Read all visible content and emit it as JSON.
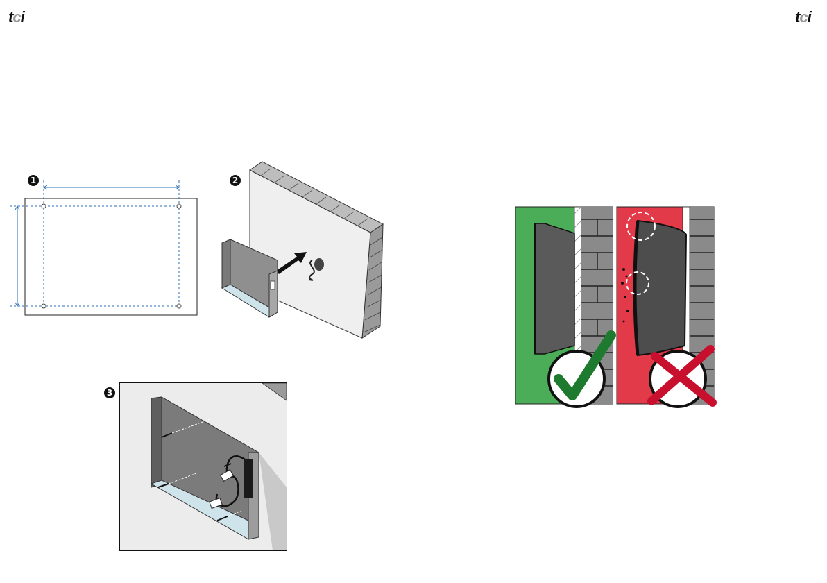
{
  "header": {
    "logo_left": {
      "t": "t",
      "c": "c",
      "i": "i"
    },
    "logo_right": {
      "t": "t",
      "c": "c",
      "i": "i"
    }
  },
  "steps": [
    {
      "number": "1",
      "name": "template-markings"
    },
    {
      "number": "2",
      "name": "insert-housing-into-wall"
    },
    {
      "number": "3",
      "name": "screw-housing-and-connect-cable"
    }
  ],
  "comparison": {
    "correct": {
      "background": "#4bad57",
      "mark": "check-icon",
      "mark_color": "#1d7a2e"
    },
    "wrong": {
      "background": "#e33a4a",
      "mark": "cross-icon",
      "mark_color": "#c8102e"
    }
  },
  "colors": {
    "dimension_line": "#2f6fb5",
    "wall_face": "#efefef",
    "brick": "#8a8a8a",
    "housing": "#6b6b6b"
  }
}
